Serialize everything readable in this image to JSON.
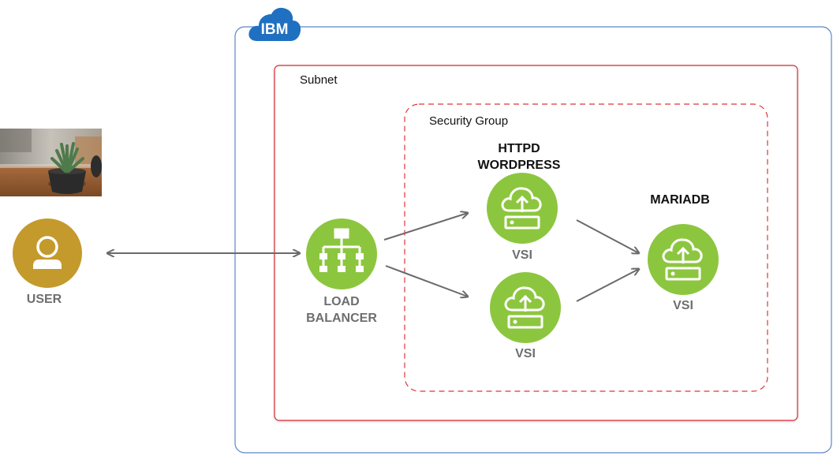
{
  "cloud": {
    "brand": "IBM",
    "brand_color": "#1f70c1",
    "frame_color": "#5b86c5"
  },
  "subnet": {
    "label": "Subnet",
    "border_color": "#d9282f"
  },
  "security_group": {
    "label": "Security Group",
    "border_color": "#e0343a"
  },
  "user": {
    "label": "USER",
    "icon": "user-icon",
    "color": "#c49a2c"
  },
  "load_balancer": {
    "label_line1": "LOAD",
    "label_line2": "BALANCER",
    "icon": "load-balancer-icon",
    "color": "#8cc63f"
  },
  "web_tier": {
    "title_line1": "HTTPD",
    "title_line2": "WORDPRESS"
  },
  "vsi_top": {
    "label": "VSI",
    "icon": "cloud-server-icon"
  },
  "vsi_bottom": {
    "label": "VSI",
    "icon": "cloud-server-icon"
  },
  "db_tier": {
    "title": "MARIADB"
  },
  "vsi_db": {
    "label": "VSI",
    "icon": "cloud-server-icon"
  },
  "photo": {
    "icon": "plant-photo"
  },
  "connections": [
    {
      "from": "user",
      "to": "load_balancer",
      "direction": "bidirectional"
    },
    {
      "from": "load_balancer",
      "to": "vsi_top",
      "direction": "forward"
    },
    {
      "from": "load_balancer",
      "to": "vsi_bottom",
      "direction": "forward"
    },
    {
      "from": "vsi_top",
      "to": "vsi_db",
      "direction": "forward"
    },
    {
      "from": "vsi_bottom",
      "to": "vsi_db",
      "direction": "forward"
    }
  ]
}
